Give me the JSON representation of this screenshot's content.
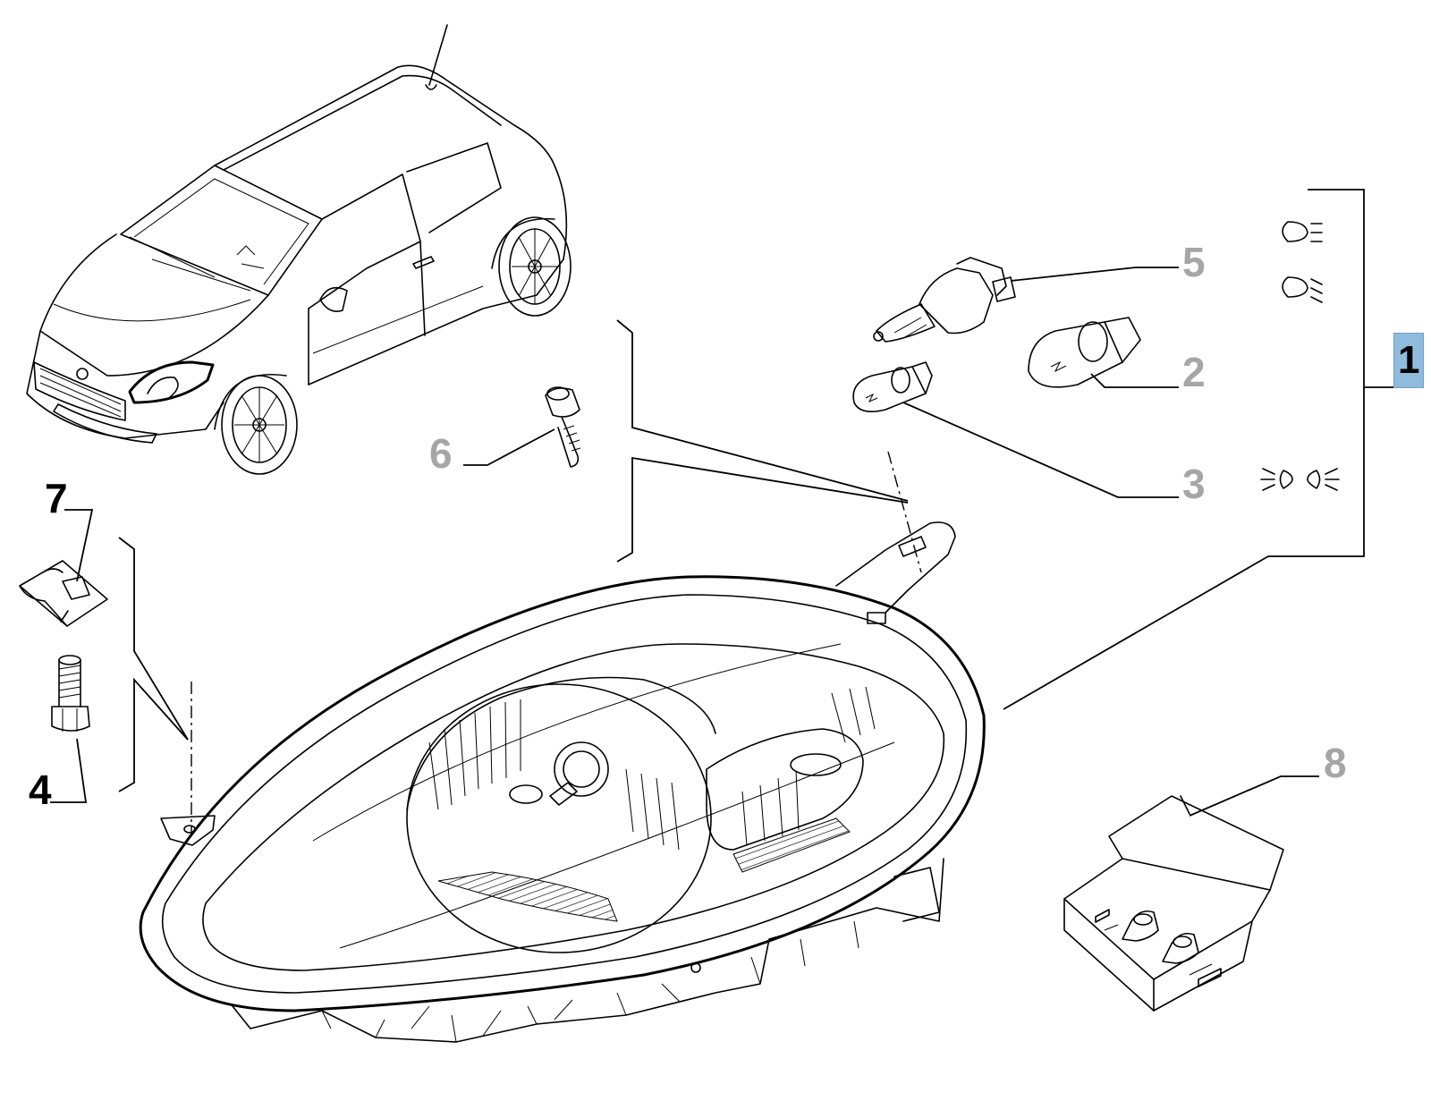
{
  "diagram": {
    "callouts": [
      {
        "id": "1",
        "label": "1",
        "style": "selected"
      },
      {
        "id": "2",
        "label": "2",
        "style": "grey"
      },
      {
        "id": "3",
        "label": "3",
        "style": "grey"
      },
      {
        "id": "4",
        "label": "4",
        "style": "black"
      },
      {
        "id": "5",
        "label": "5",
        "style": "grey"
      },
      {
        "id": "6",
        "label": "6",
        "style": "grey"
      },
      {
        "id": "7",
        "label": "7",
        "style": "black"
      },
      {
        "id": "8",
        "label": "8",
        "style": "grey"
      }
    ],
    "colors": {
      "selected_highlight": "#8fbcdc",
      "grey_callout": "#a6a6a6",
      "line": "#000000"
    },
    "icons": [
      "low-beam-symbol-icon",
      "high-beam-symbol-icon",
      "side-light-symbol-icon"
    ]
  }
}
